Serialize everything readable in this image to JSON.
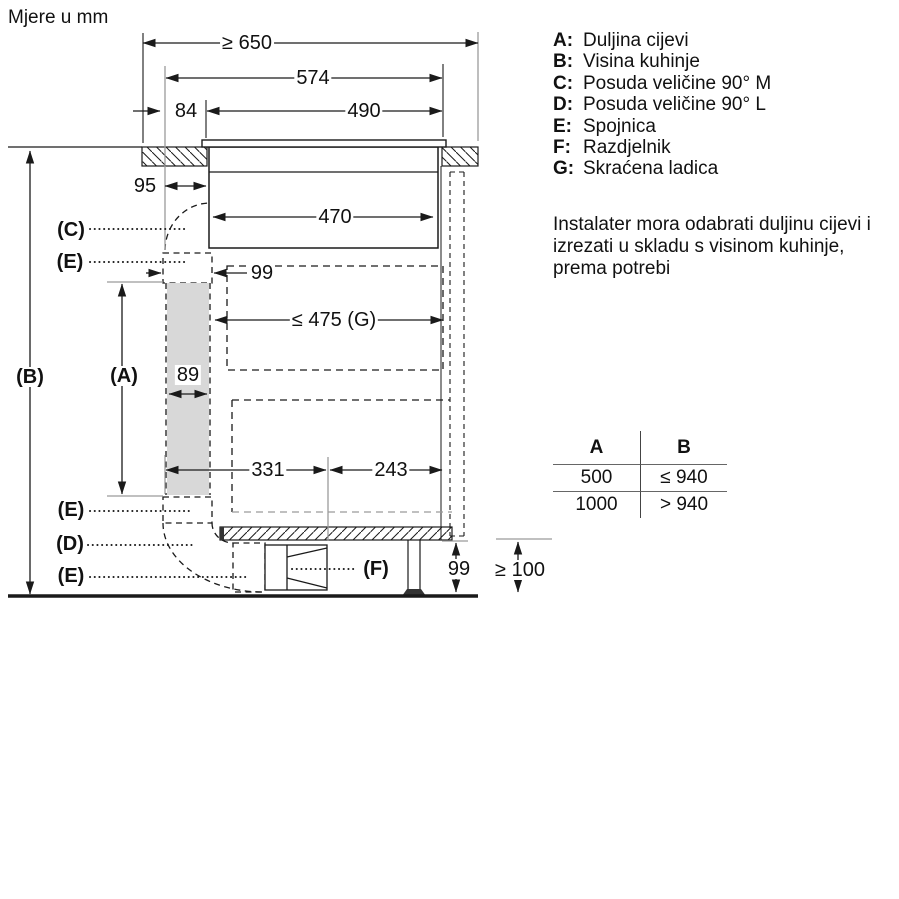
{
  "title": "Mjere u mm",
  "dims": {
    "min_width": "≥ 650",
    "w574": "574",
    "w84": "84",
    "w490": "490",
    "w95": "95",
    "w470": "470",
    "w99_top": "99",
    "drawer": "≤ 475 (G)",
    "w89": "89",
    "w331": "331",
    "w243": "243",
    "h99": "99",
    "min_clearance": "≥ 100"
  },
  "callouts": {
    "a": "(A)",
    "b": "(B)",
    "c": "(C)",
    "d": "(D)",
    "e": "(E)",
    "f": "(F)"
  },
  "legend": {
    "items": [
      {
        "key": "A:",
        "label": "Duljina cijevi"
      },
      {
        "key": "B:",
        "label": "Visina kuhinje"
      },
      {
        "key": "C:",
        "label": "Posuda veličine 90° M"
      },
      {
        "key": "D:",
        "label": "Posuda veličine 90° L"
      },
      {
        "key": "E:",
        "label": "Spojnica"
      },
      {
        "key": "F:",
        "label": "Razdjelnik"
      },
      {
        "key": "G:",
        "label": "Skraćena ladica"
      }
    ]
  },
  "note": "Instalater mora odabrati duljinu cijevi i izrezati u skladu s visinom kuhinje, prema potrebi",
  "table": {
    "headers": [
      "A",
      "B"
    ],
    "rows": [
      [
        "500",
        "≤ 940"
      ],
      [
        "1000",
        "> 940"
      ]
    ]
  },
  "colors": {
    "line": "#1a1a1a",
    "gray": "#9a9a9a",
    "duct_fill": "#d8d8d8"
  }
}
